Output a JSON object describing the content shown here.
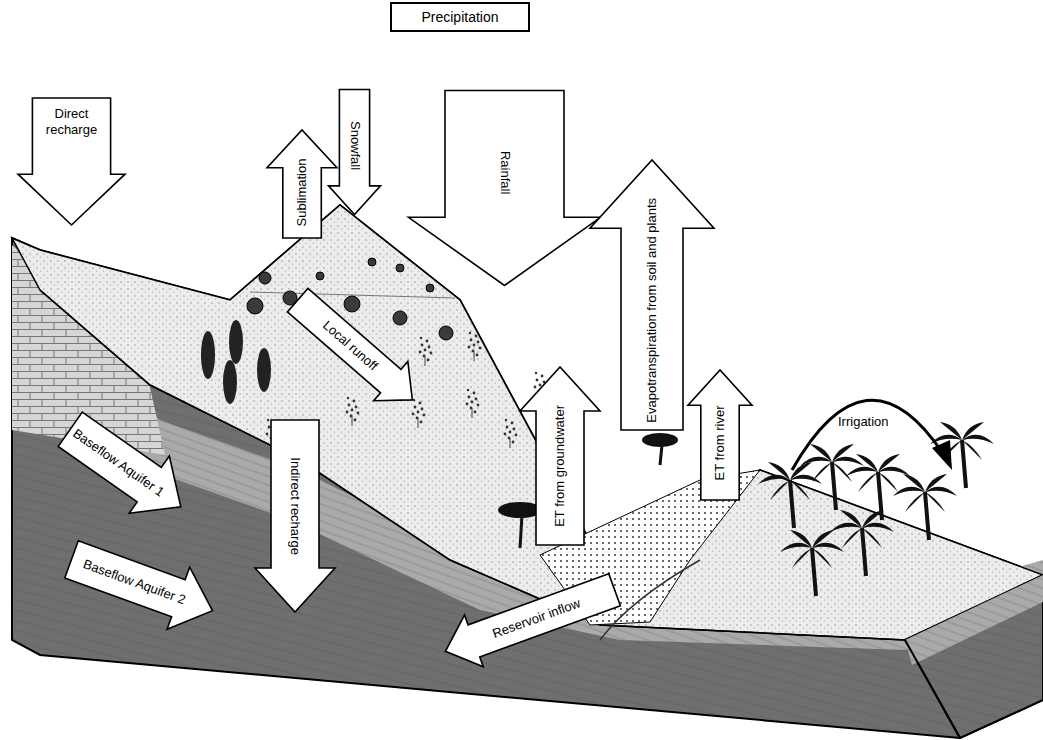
{
  "diagram": {
    "nodes": [
      {
        "text": [
          "Precipitation"
        ]
      },
      {
        "text": [
          "Snowfall"
        ]
      },
      {
        "text": [
          "Rainfall"
        ]
      },
      {
        "text": [
          "Sublimation"
        ]
      },
      {
        "text": [
          "Direct recharge"
        ]
      },
      {
        "text": [
          "Local runoff"
        ]
      },
      {
        "text": [
          "Evapotranspiration from soil and plants"
        ]
      },
      {
        "text": [
          "ET from groundwater"
        ]
      },
      {
        "text": [
          "ET from river"
        ]
      },
      {
        "text": [
          "Baseflow Aquifer 1"
        ]
      },
      {
        "text": [
          "Indirect recharge"
        ]
      },
      {
        "text": [
          "Baseflow Aquifer 2"
        ]
      },
      {
        "text": [
          "Reservoir inflow"
        ]
      }
    ],
    "labels": [
      "Irrigation"
    ]
  }
}
